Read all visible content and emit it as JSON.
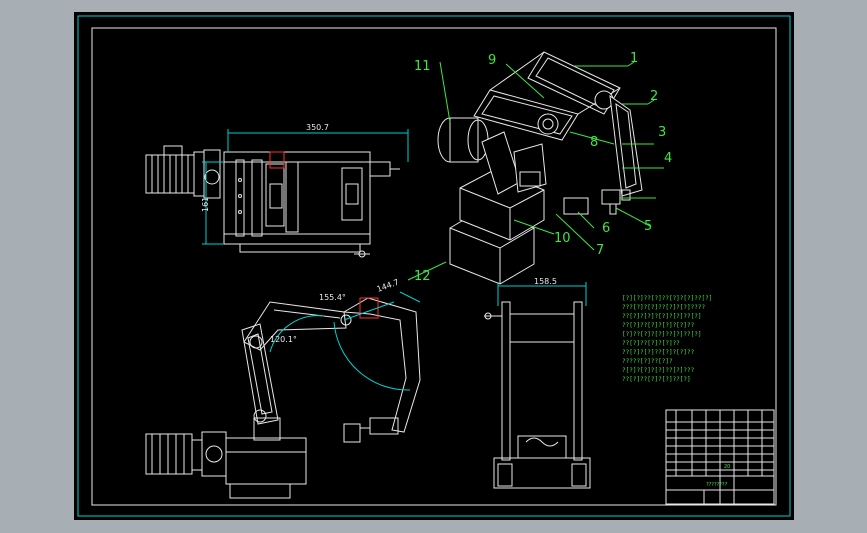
{
  "drawing": {
    "callouts": [
      "1",
      "2",
      "3",
      "4",
      "5",
      "6",
      "7",
      "8",
      "9",
      "10",
      "11",
      "12"
    ],
    "dimensions": {
      "side_width": "350.7",
      "side_height": "161",
      "front_width": "158.5",
      "arc_angle_a": "155.4°",
      "arc_angle_b": "144.7",
      "arc_angle_c": "120.1°"
    },
    "notes": [
      "[?][?]??[?]??[?]?[?]??[?]",
      "???[?]?[?]??[?]?[?]????",
      "??[?]?[?]?[?]?[?]??[?]",
      "??[?]??[?]?[?]?[?]??",
      "[?]??[?]?[?]??[?]??[?]",
      "??[?]??[?]?[?]??",
      "??[?]?[?]??[?]?[?]??",
      "?????[?]??[?]?",
      "?[?]?[?]?[?]??[?]???",
      "??[?]??[?]?[?]??[?]"
    ],
    "title_block": {
      "name": "????????",
      "scale": "20"
    }
  }
}
